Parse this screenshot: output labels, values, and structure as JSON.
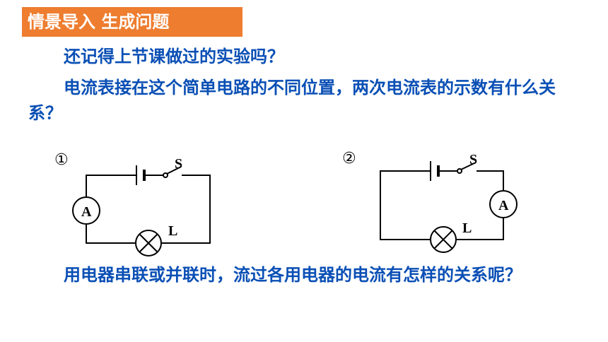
{
  "header": {
    "title": "情景导入 生成问题",
    "bg": "#EE7D2F"
  },
  "text": {
    "question1": "还记得上节课做过的实验吗？",
    "question2": "电流表接在这个简单电路的不同位置，两次电流表的示数有什么关系？",
    "question3": "用电器串联或并联时，流过各用电器的电流有怎样的关系呢？",
    "color": "#0A4FB5"
  },
  "circuit1": {
    "marker": "①",
    "switch_label": "S",
    "ammeter_label": "A",
    "lamp_label": "L"
  },
  "circuit2": {
    "marker": "②",
    "switch_label": "S",
    "ammeter_label": "A",
    "lamp_label": "L"
  }
}
